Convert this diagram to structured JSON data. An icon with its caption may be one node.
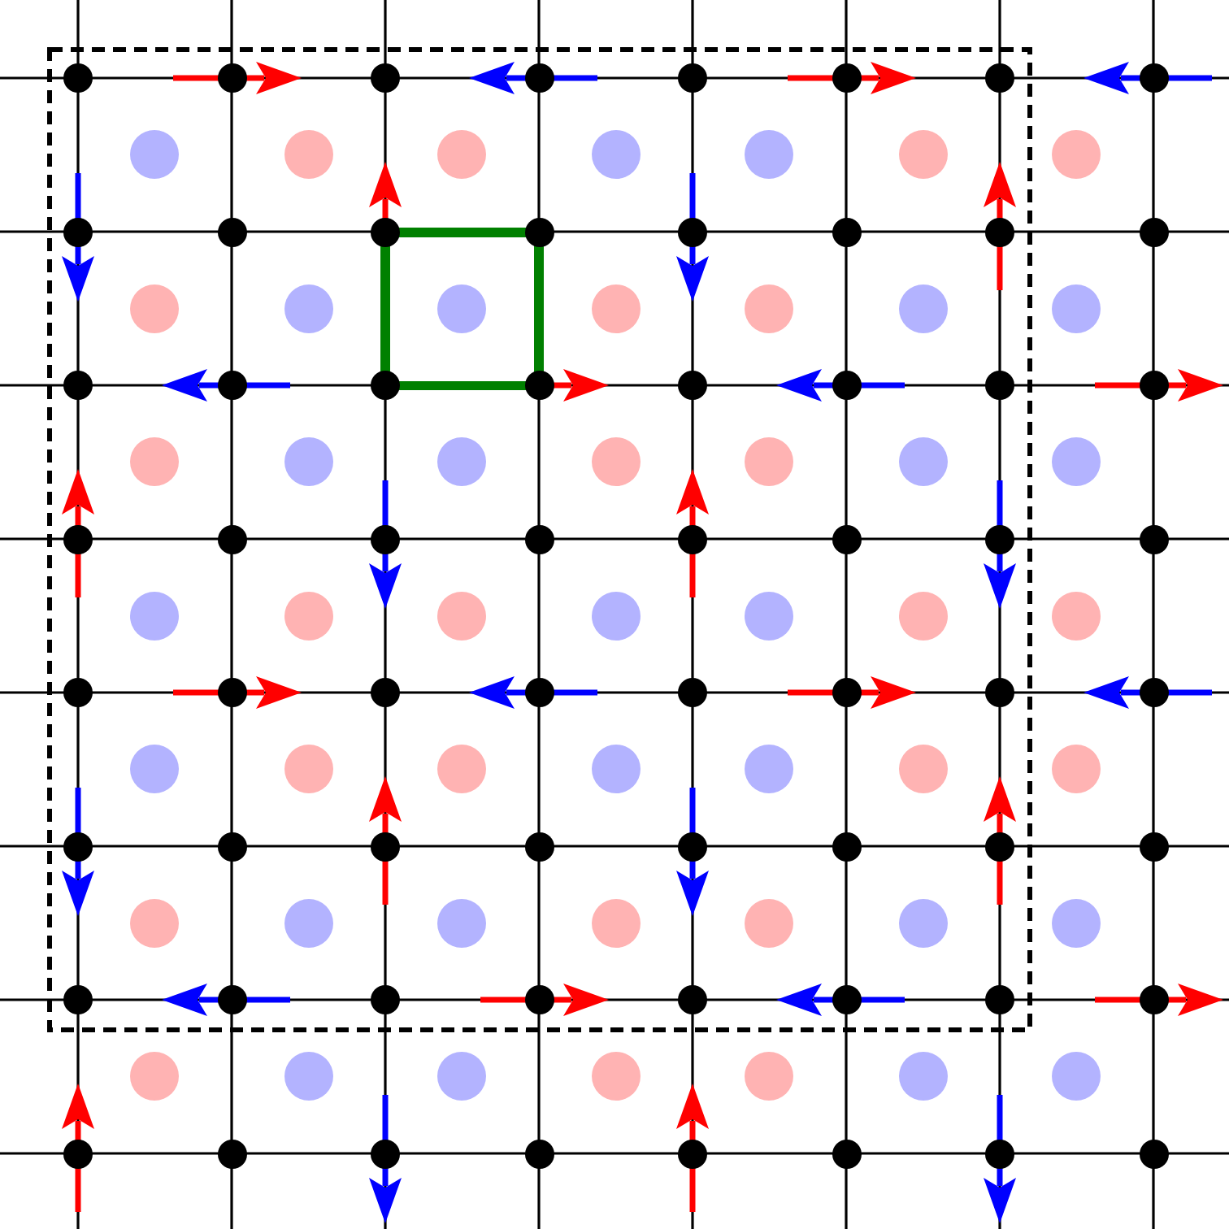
{
  "diagram": {
    "nodes": [
      {
        "text": [],
        "shape": "box"
      },
      {
        "text": [],
        "shape": "box",
        "in": 0
      },
      {
        "text": [],
        "shape": "circle",
        "in": 0
      },
      {
        "text": [],
        "shape": "circle",
        "in": 0
      },
      {
        "text": [],
        "shape": "circle",
        "in": 0
      },
      {
        "text": [],
        "shape": "circle",
        "in": 0
      },
      {
        "text": [],
        "shape": "circle",
        "in": 0
      },
      {
        "text": [],
        "shape": "circle",
        "in": 0
      },
      {
        "text": [],
        "shape": "circle",
        "in": 0
      },
      {
        "text": [],
        "shape": "circle"
      },
      {
        "text": [],
        "shape": "circle",
        "in": 0
      },
      {
        "text": [],
        "shape": "circle",
        "in": 0
      },
      {
        "text": [],
        "shape": "circle",
        "in": 0
      },
      {
        "text": [],
        "shape": "circle",
        "in": 0
      },
      {
        "text": [],
        "shape": "circle",
        "in": 0
      },
      {
        "text": [],
        "shape": "circle",
        "in": 0
      },
      {
        "text": [],
        "shape": "circle"
      },
      {
        "text": [],
        "shape": "circle",
        "in": 0
      },
      {
        "text": [],
        "shape": "circle",
        "in": 0
      },
      {
        "text": [],
        "shape": "circle",
        "in": 0
      },
      {
        "text": [],
        "shape": "circle",
        "in": 0
      },
      {
        "text": [],
        "shape": "circle",
        "in": 0
      },
      {
        "text": [],
        "shape": "circle",
        "in": 0
      },
      {
        "text": [],
        "shape": "circle",
        "in": 0
      },
      {
        "text": [],
        "shape": "circle"
      },
      {
        "text": [],
        "shape": "circle",
        "in": 0
      },
      {
        "text": [],
        "shape": "circle",
        "in": 0
      },
      {
        "text": [],
        "shape": "circle",
        "in": 1
      },
      {
        "text": [],
        "shape": "circle",
        "in": 0
      },
      {
        "text": [],
        "shape": "circle",
        "in": 0
      },
      {
        "text": [],
        "shape": "circle",
        "in": 0
      },
      {
        "text": [],
        "shape": "circle"
      },
      {
        "text": [],
        "shape": "circle",
        "in": 0
      },
      {
        "text": [],
        "shape": "circle",
        "in": 0
      },
      {
        "text": [],
        "shape": "circle",
        "in": 0
      },
      {
        "text": [],
        "shape": "circle",
        "in": 0
      },
      {
        "text": [],
        "shape": "circle",
        "in": 0
      },
      {
        "text": [],
        "shape": "circle",
        "in": 0
      },
      {
        "text": [],
        "shape": "circle",
        "in": 0
      },
      {
        "text": [],
        "shape": "circle"
      },
      {
        "text": [],
        "shape": "circle",
        "in": 0
      },
      {
        "text": [],
        "shape": "circle",
        "in": 0
      },
      {
        "text": [],
        "shape": "circle",
        "in": 0
      },
      {
        "text": [],
        "shape": "circle",
        "in": 0
      },
      {
        "text": [],
        "shape": "circle",
        "in": 0
      },
      {
        "text": [],
        "shape": "circle",
        "in": 0
      },
      {
        "text": [],
        "shape": "circle"
      },
      {
        "text": [],
        "shape": "circle",
        "in": 0
      },
      {
        "text": [],
        "shape": "circle",
        "in": 0
      },
      {
        "text": [],
        "shape": "circle",
        "in": 0
      },
      {
        "text": [],
        "shape": "circle",
        "in": 0
      },
      {
        "text": [],
        "shape": "circle",
        "in": 0
      },
      {
        "text": [],
        "shape": "circle",
        "in": 0
      },
      {
        "text": [],
        "shape": "circle",
        "in": 0
      },
      {
        "text": [],
        "shape": "circle"
      },
      {
        "text": [],
        "shape": "circle",
        "in": 0
      },
      {
        "text": [],
        "shape": "circle",
        "in": 0
      },
      {
        "text": [],
        "shape": "circle",
        "in": 0
      },
      {
        "text": [],
        "shape": "circle",
        "in": 0
      },
      {
        "text": [],
        "shape": "circle",
        "in": 0
      },
      {
        "text": [],
        "shape": "circle",
        "in": 0
      },
      {
        "text": [],
        "shape": "circle"
      },
      {
        "text": [],
        "shape": "circle",
        "in": 0
      },
      {
        "text": [],
        "shape": "circle",
        "in": 0
      },
      {
        "text": [],
        "shape": "circle",
        "in": 0
      },
      {
        "text": [],
        "shape": "circle",
        "in": 0
      },
      {
        "text": [],
        "shape": "circle",
        "in": 0
      },
      {
        "text": [],
        "shape": "circle",
        "in": 0
      },
      {
        "text": [],
        "shape": "circle",
        "in": 0
      },
      {
        "text": [],
        "shape": "circle"
      },
      {
        "text": [],
        "shape": "circle",
        "in": 0
      },
      {
        "text": [],
        "shape": "circle",
        "in": 0
      },
      {
        "text": [],
        "shape": "circle",
        "in": 0
      },
      {
        "text": [],
        "shape": "circle",
        "in": 0
      },
      {
        "text": [],
        "shape": "circle",
        "in": 0
      },
      {
        "text": [],
        "shape": "circle",
        "in": 0
      },
      {
        "text": [],
        "shape": "circle"
      },
      {
        "text": [],
        "shape": "circle",
        "in": 0
      },
      {
        "text": [],
        "shape": "circle",
        "in": 0
      },
      {
        "text": [],
        "shape": "circle",
        "in": 0
      },
      {
        "text": [],
        "shape": "circle",
        "in": 0
      },
      {
        "text": [],
        "shape": "circle",
        "in": 0
      },
      {
        "text": [],
        "shape": "circle",
        "in": 0
      },
      {
        "text": [],
        "shape": "circle",
        "in": 0
      },
      {
        "text": [],
        "shape": "circle"
      },
      {
        "text": [],
        "shape": "circle",
        "in": 0
      },
      {
        "text": [],
        "shape": "circle",
        "in": 0
      },
      {
        "text": [],
        "shape": "circle",
        "in": 0
      },
      {
        "text": [],
        "shape": "circle",
        "in": 0
      },
      {
        "text": [],
        "shape": "circle",
        "in": 0
      },
      {
        "text": [],
        "shape": "circle",
        "in": 0
      },
      {
        "text": [],
        "shape": "circle"
      },
      {
        "text": [],
        "shape": "circle",
        "in": 0
      },
      {
        "text": [],
        "shape": "circle",
        "in": 0
      },
      {
        "text": [],
        "shape": "circle",
        "in": 0
      },
      {
        "text": [],
        "shape": "circle",
        "in": 0
      },
      {
        "text": [],
        "shape": "circle",
        "in": 0
      },
      {
        "text": [],
        "shape": "circle",
        "in": 0
      },
      {
        "text": [],
        "shape": "circle",
        "in": 0
      },
      {
        "text": [],
        "shape": "circle"
      },
      {
        "text": [],
        "shape": "circle"
      },
      {
        "text": [],
        "shape": "circle"
      },
      {
        "text": [],
        "shape": "circle"
      },
      {
        "text": [],
        "shape": "circle"
      },
      {
        "text": [],
        "shape": "circle"
      },
      {
        "text": [],
        "shape": "circle"
      },
      {
        "text": [],
        "shape": "circle"
      },
      {
        "text": [],
        "shape": "circle"
      },
      {
        "text": [],
        "shape": "circle"
      },
      {
        "text": [],
        "shape": "circle"
      },
      {
        "text": [],
        "shape": "circle"
      },
      {
        "text": [],
        "shape": "circle"
      },
      {
        "text": [],
        "shape": "circle"
      },
      {
        "text": [],
        "shape": "circle"
      },
      {
        "text": [],
        "shape": "circle"
      }
    ]
  }
}
